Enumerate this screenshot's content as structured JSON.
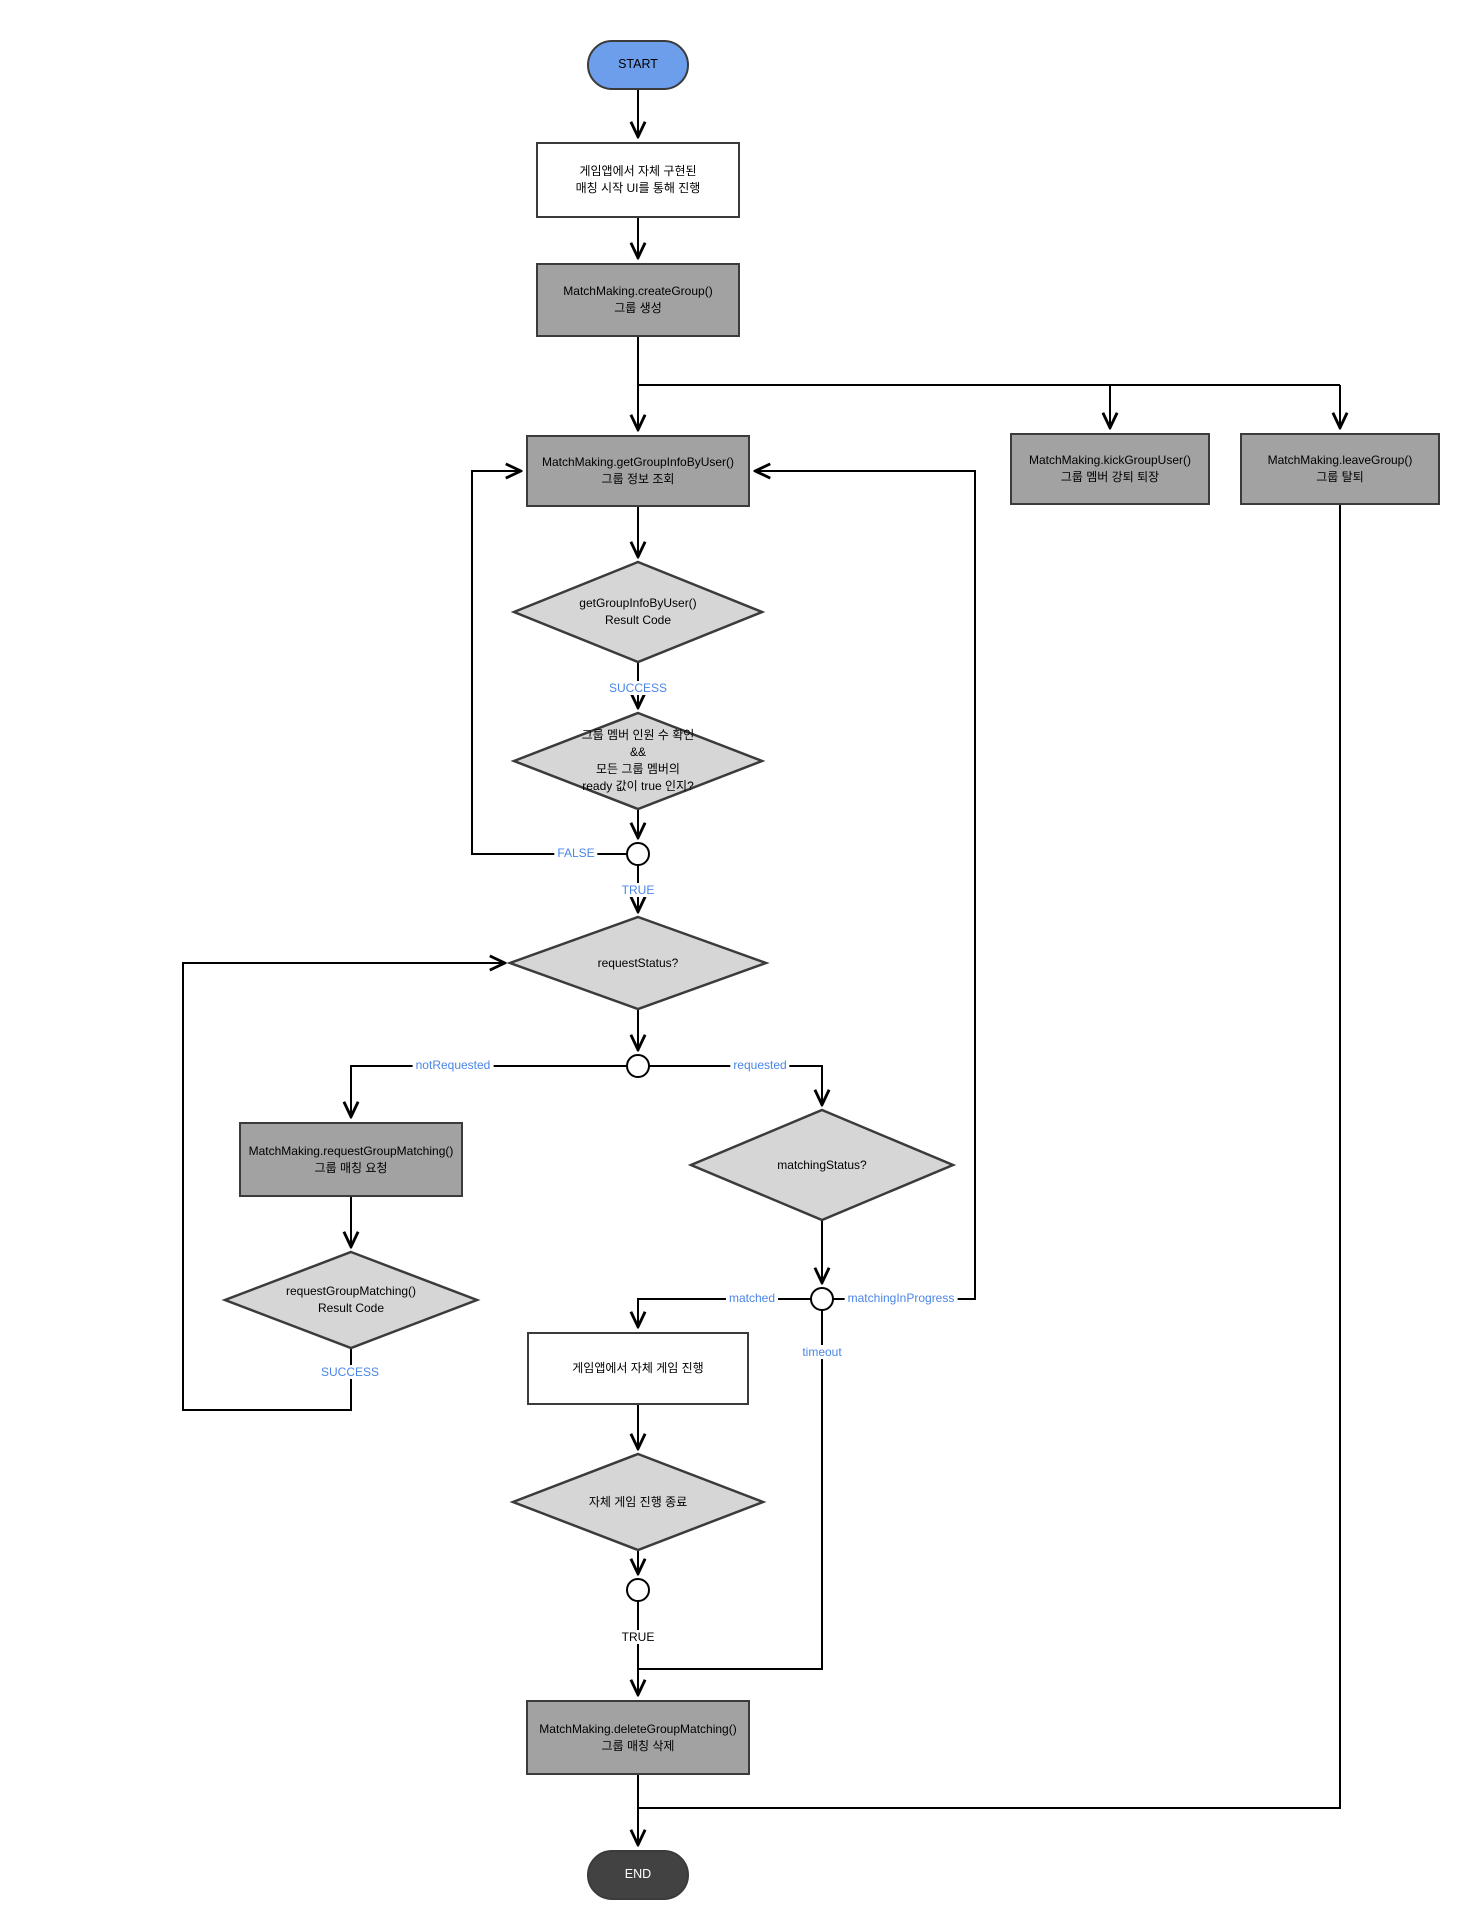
{
  "colors": {
    "terminal_start_fill": "#6d9eeb",
    "terminal_end_fill": "#424242",
    "process_fill": "#a2a2a2",
    "decision_fill": "#d6d6d6",
    "node_stroke": "#3b3b3b",
    "edge_color": "#000000",
    "edge_label_blue": "#4a86e8"
  },
  "flowchart": {
    "nodes": {
      "start": "START",
      "ui_entry": "게임앱에서 자체 구현된\n매칭 시작 UI를 통해 진행",
      "create_group": "MatchMaking.createGroup()\n그룹 생성",
      "get_group_info": "MatchMaking.getGroupInfoByUser()\n그룹 정보 조회",
      "kick_group_user": "MatchMaking.kickGroupUser()\n그룹 멤버 강퇴 퇴장",
      "leave_group": "MatchMaking.leaveGroup()\n그룹 탈퇴",
      "info_result_code": "getGroupInfoByUser()\nResult Code",
      "member_ready_check": "그룹 멤버 인원 수 확인\n&&\n모든 그룹 멤버의\nready 값이 true 인지?",
      "request_status": "requestStatus?",
      "request_group_matching": "MatchMaking.requestGroupMatching()\n그룹 매칭 요청",
      "request_result_code": "requestGroupMatching()\nResult Code",
      "matching_status": "matchingStatus?",
      "game_play": "게임앱에서 자체 게임 진행",
      "game_play_end": "자체 게임 진행 종료",
      "delete_group_matching": "MatchMaking.deleteGroupMatching()\n그룹 매칭 삭제",
      "end": "END"
    },
    "edge_labels": {
      "success_info": "SUCCESS",
      "false_branch": "FALSE",
      "true_branch": "TRUE",
      "not_requested": "notRequested",
      "requested": "requested",
      "success_request": "SUCCESS",
      "matched": "matched",
      "matching_in_progress": "matchingInProgress",
      "timeout": "timeout",
      "true_game_end": "TRUE"
    }
  }
}
